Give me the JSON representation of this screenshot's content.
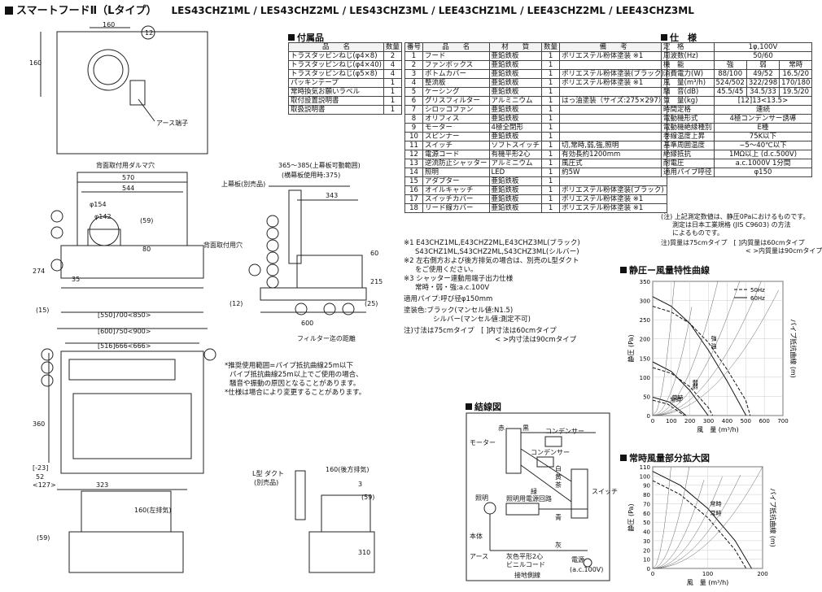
{
  "title": "スマートフードⅡ（Lタイプ）",
  "models": "LES43CHZ1ML / LES43CHZ2ML / LES43CHZ3ML / LEE43CHZ1ML / LEE43CHZ2ML / LEE43CHZ3ML",
  "accessories": {
    "heading": "付属品",
    "columns": [
      "品　　名",
      "数量"
    ],
    "rows": [
      [
        "トラスタッピンねじ(φ4×8)",
        "2"
      ],
      [
        "トラスタッピンねじ(φ4×40)",
        "4"
      ],
      [
        "トラスタッピンねじ(φ5×8)",
        "4"
      ],
      [
        "パッキンテープ",
        "1"
      ],
      [
        "常時換気お願いラベル",
        "1"
      ],
      [
        "取付設置説明書",
        "1"
      ],
      [
        "取扱説明書",
        "1"
      ]
    ]
  },
  "parts": {
    "columns": [
      "番号",
      "品　　名",
      "材　　質",
      "数量",
      "備　　考"
    ],
    "rows": [
      [
        "1",
        "フード",
        "亜鉛鉄板",
        "1",
        "ポリエステル粉体塗装 ※1"
      ],
      [
        "2",
        "ファンボックス",
        "亜鉛鉄板",
        "1",
        ""
      ],
      [
        "3",
        "ボトムカバー",
        "亜鉛鉄板",
        "1",
        "ポリエステル粉体塗装(ブラック)"
      ],
      [
        "4",
        "整流板",
        "亜鉛鉄板",
        "1",
        "ポリエステル粉体塗装 ※1"
      ],
      [
        "5",
        "ケーシング",
        "亜鉛鉄板",
        "1",
        ""
      ],
      [
        "6",
        "グリスフィルター",
        "アルミニウム",
        "1",
        "はっ油塗装（サイズ:275×297）"
      ],
      [
        "7",
        "シロッコファン",
        "亜鉛鉄板",
        "1",
        ""
      ],
      [
        "8",
        "オリフィス",
        "亜鉛鉄板",
        "1",
        ""
      ],
      [
        "9",
        "モーター",
        "4極全閉形",
        "1",
        ""
      ],
      [
        "10",
        "スピンナー",
        "亜鉛鉄板",
        "1",
        ""
      ],
      [
        "11",
        "スイッチ",
        "ソフトスイッチ",
        "1",
        "切,常時,弱,強,照明"
      ],
      [
        "12",
        "電源コード",
        "有機平形2心",
        "1",
        "有効長約1200mm"
      ],
      [
        "13",
        "逆流防止シャッター",
        "アルミニウム",
        "1",
        "風圧式"
      ],
      [
        "14",
        "照明",
        "LED",
        "1",
        "約5W"
      ],
      [
        "15",
        "アダプター",
        "亜鉛鉄板",
        "1",
        ""
      ],
      [
        "16",
        "オイルキャッチ",
        "亜鉛鉄板",
        "1",
        "ポリエステル粉体塗装(ブラック)"
      ],
      [
        "17",
        "スイッチカバー",
        "亜鉛鉄板",
        "1",
        "ポリエステル粉体塗装 ※1"
      ],
      [
        "18",
        "リード線カバー",
        "亜鉛鉄板",
        "1",
        "ポリエステル粉体塗装 ※1"
      ]
    ]
  },
  "spec": {
    "heading": "仕　様",
    "rows": [
      [
        "定　格",
        "1φ,100V"
      ],
      [
        "周波数(Hz)",
        "50/60"
      ]
    ],
    "perf_header": [
      "機　能",
      "強",
      "弱",
      "常時"
    ],
    "perf_rows": [
      [
        "消費電力(W)",
        "88/100",
        "49/52",
        "16.5/20"
      ],
      [
        "風　量(m³/h)",
        "524/502",
        "322/298",
        "170/180"
      ],
      [
        "騒　音(dB)",
        "45.5/45",
        "34.5/33",
        "19.5/20"
      ]
    ],
    "rows2": [
      [
        "質　量(kg)",
        "[12]13<13.5>"
      ],
      [
        "時間定格",
        "連続"
      ],
      [
        "電動機形式",
        "4極コンデンサー誘導"
      ],
      [
        "電動機絶縁種別",
        "E種"
      ],
      [
        "巻線温度上昇",
        "75K以下"
      ],
      [
        "基準周囲温度",
        "−5〜40℃以下"
      ],
      [
        "絶縁抵抗",
        "1MΩ以上 (d.c.500V)"
      ],
      [
        "耐電圧",
        "a.c.1000V 1分間"
      ],
      [
        "適用パイプ呼径",
        "φ150"
      ]
    ],
    "note1": "(注) 上記測定数値は、静圧0Paにおけるものです。",
    "note2": "測定は日本工業規格 (JIS C9603) の方法",
    "note3": "によるものです。",
    "note4": "注)質量は75cmタイプ　[ ]内質量は60cmタイプ",
    "note5": "< >内質量は90cmタイプ"
  },
  "notes": {
    "n1a": "※1 E43CHZ1ML,E43CHZ2ML,E43CHZ3ML(ブラック)",
    "n1b": "S43CHZ1ML,S43CHZ2ML,S43CHZ3ML(シルバー)",
    "n2a": "※2 左右側方および後方排気の場合は、別売のL型ダクト",
    "n2b": "をご使用ください。",
    "n3a": "※3 シャッター連動用端子出力仕様",
    "n3b": "常時・弱・強:a.c.100V",
    "pipe": "適用パイプ:呼び径φ150mm",
    "paint1": "塗装色:ブラック(マンセル値:N1.5)",
    "paint2": "シルバー(マンセル値:測定不可)",
    "dim1": "注)寸法は75cmタイプ　[ ]内寸法は60cmタイプ",
    "dim2": "< >内寸法は90cmタイプ",
    "rec1": "*推奨使用範囲=パイプ抵抗曲線25m以下",
    "rec2": "パイプ抵抗曲線25m以上でご使用の場合、",
    "rec3": "騒音や振動の原因となることがあります。",
    "rec4": "*仕様は場合により変更することがあります。"
  },
  "headings": {
    "wiring": "結線図",
    "chart1": "静圧ー風量特性曲線",
    "chart2": "常時風量部分拡大図"
  },
  "drawing_labels": {
    "d160": "160",
    "d12": "12",
    "d160v": "160",
    "earth": "アース端子",
    "back_hole": "背面取付用ダルマ穴",
    "d570": "570",
    "d544": "544",
    "phi154": "φ154",
    "phi142": "φ142",
    "d59": "(59)",
    "d80": "80",
    "d274": "274",
    "d15": "(15)",
    "d35": "35",
    "back_mount": "背面取付用穴",
    "w1": "[550]700<850>",
    "w2": "[600]750<900>",
    "w3": "[516]666<666>",
    "d360": "360",
    "d23": "[-23]",
    "d52": "52",
    "d127": "<127>",
    "d323": "323",
    "d160l": "160(左排気)",
    "d59b": "(59)",
    "top_board": "上幕板(別売品)",
    "d365": "365〜385(上幕板可動範囲)",
    "d375": "(横幕板使用時:375)",
    "d343": "343",
    "d60": "60",
    "d215": "215",
    "d25": "(25)",
    "d12b": "(12)",
    "d600": "600",
    "filter": "フィルター迄の距離",
    "lduct": "L型 ダクト",
    "lduct2": "(別売品)",
    "d160b": "160(後方排気)",
    "d3": "3",
    "d59c": "(59)",
    "d310": "310"
  },
  "wiring": {
    "motor": "モーター",
    "capacitor": "コンデンサー",
    "cap2": "コンデンサー",
    "switch": "スイッチ",
    "light": "照明",
    "lightcap": "照明用電源回路",
    "body": "本体",
    "earth": "アース",
    "cord": "灰色平形2心",
    "cord2": "ビニルコード",
    "power": "電源",
    "power2": "(a.c.100V)",
    "ground": "接地側線",
    "red": "赤",
    "white": "白",
    "yellow": "黄",
    "black": "黒",
    "blue": "青",
    "gray": "灰",
    "brown": "茶",
    "green": "緑"
  },
  "chart_data": [
    {
      "type": "line",
      "title": "静圧ー風量特性曲線",
      "xlabel": "風　量 (m³/h)",
      "ylabel": "静圧 (Pa)",
      "y2label": "パイプ抵抗曲線 (m)",
      "xlim": [
        0,
        700
      ],
      "ylim": [
        0,
        350
      ],
      "xticks": [
        0,
        100,
        200,
        300,
        400,
        500,
        600,
        700
      ],
      "yticks": [
        0,
        50,
        100,
        150,
        200,
        250,
        300,
        350
      ],
      "legend": [
        "50Hz",
        "60Hz"
      ],
      "series": [
        {
          "name": "50Hz",
          "label": "強",
          "x": [
            0,
            100,
            200,
            300,
            400,
            500,
            524
          ],
          "y": [
            285,
            270,
            240,
            190,
            120,
            40,
            0
          ]
        },
        {
          "name": "60Hz",
          "label": "強",
          "x": [
            0,
            100,
            200,
            300,
            400,
            502
          ],
          "y": [
            310,
            285,
            240,
            170,
            90,
            0
          ]
        },
        {
          "name": "50Hz",
          "label": "弱",
          "x": [
            0,
            100,
            200,
            300,
            322
          ],
          "y": [
            125,
            110,
            75,
            20,
            0
          ]
        },
        {
          "name": "60Hz",
          "label": "弱",
          "x": [
            0,
            100,
            200,
            298
          ],
          "y": [
            140,
            115,
            65,
            0
          ]
        },
        {
          "name": "50Hz",
          "label": "常時",
          "x": [
            0,
            80,
            170
          ],
          "y": [
            40,
            30,
            0
          ]
        },
        {
          "name": "60Hz",
          "label": "常時",
          "x": [
            0,
            90,
            180
          ],
          "y": [
            48,
            35,
            0
          ]
        }
      ]
    },
    {
      "type": "line",
      "title": "常時風量部分拡大図",
      "xlabel": "風　量 (m³/h)",
      "ylabel": "静圧 (Pa)",
      "y2label": "パイプ抵抗曲線 (m)",
      "xlim": [
        0,
        200
      ],
      "ylim": [
        0,
        110
      ],
      "xticks": [
        0,
        100,
        200
      ],
      "yticks": [
        0,
        10,
        20,
        30,
        40,
        50,
        60,
        70,
        80,
        90,
        100,
        110
      ],
      "series": [
        {
          "name": "50Hz",
          "label": "常時",
          "x": [
            0,
            50,
            100,
            150,
            170
          ],
          "y": [
            95,
            80,
            55,
            20,
            0
          ]
        },
        {
          "name": "60Hz",
          "label": "常時",
          "x": [
            0,
            50,
            100,
            150,
            180
          ],
          "y": [
            105,
            90,
            65,
            30,
            0
          ]
        }
      ]
    }
  ]
}
